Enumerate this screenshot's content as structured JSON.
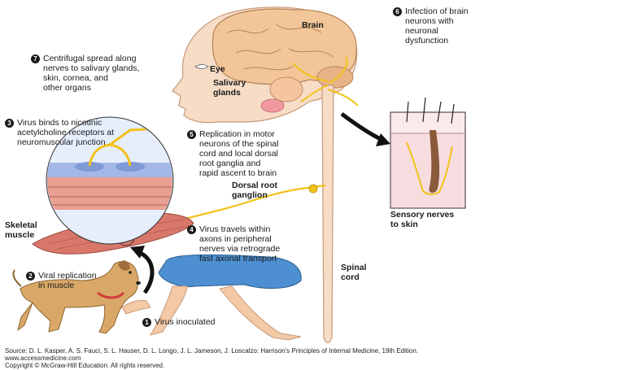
{
  "labels": {
    "brain": "Brain",
    "eye": "Eye",
    "salivary": "Salivary\nglands",
    "dorsal_root": "Dorsal root\nganglion",
    "skeletal": "Skeletal\nmuscle",
    "spinal": "Spinal\ncord",
    "sensory": "Sensory nerves\nto skin"
  },
  "steps": [
    {
      "num": "1",
      "text": "Virus inoculated"
    },
    {
      "num": "2",
      "text": "Viral replication\nin muscle"
    },
    {
      "num": "3",
      "text": "Virus binds to nicotinic\nacetylcholine receptors at\nneuromuscular junction"
    },
    {
      "num": "4",
      "text": "Virus travels within\naxons in peripheral\nnerves via retrograde\nfast axonal transport"
    },
    {
      "num": "5",
      "text": "Replication in motor\nneurons of the spinal\ncord and local dorsal\nroot ganglia and\nrapid ascent to brain"
    },
    {
      "num": "6",
      "text": "Infection of brain\nneurons with\nneuronal\ndysfunction"
    },
    {
      "num": "7",
      "text": "Centrifugal spread along\nnerves to salivary glands,\nskin, cornea, and\nother organs"
    }
  ],
  "source": {
    "line1": "Source: D. L. Kasper, A. S. Fauci, S. L. Hauser, D. L. Longo, J. L. Jameson, J. Loscalzo: Harrison's Principles of Internal Medicine, 19th Edition.",
    "line2": "www.accessmedicine.com",
    "line3": "Copyright © McGraw-Hill Education.  All rights reserved."
  },
  "colors": {
    "skin": "#f3c9a6",
    "brain": "#f0c89a",
    "nerve": "#f2c21a",
    "muscle": "#d9776a",
    "jeans": "#4d8fd0",
    "dog": "#d9a868"
  }
}
